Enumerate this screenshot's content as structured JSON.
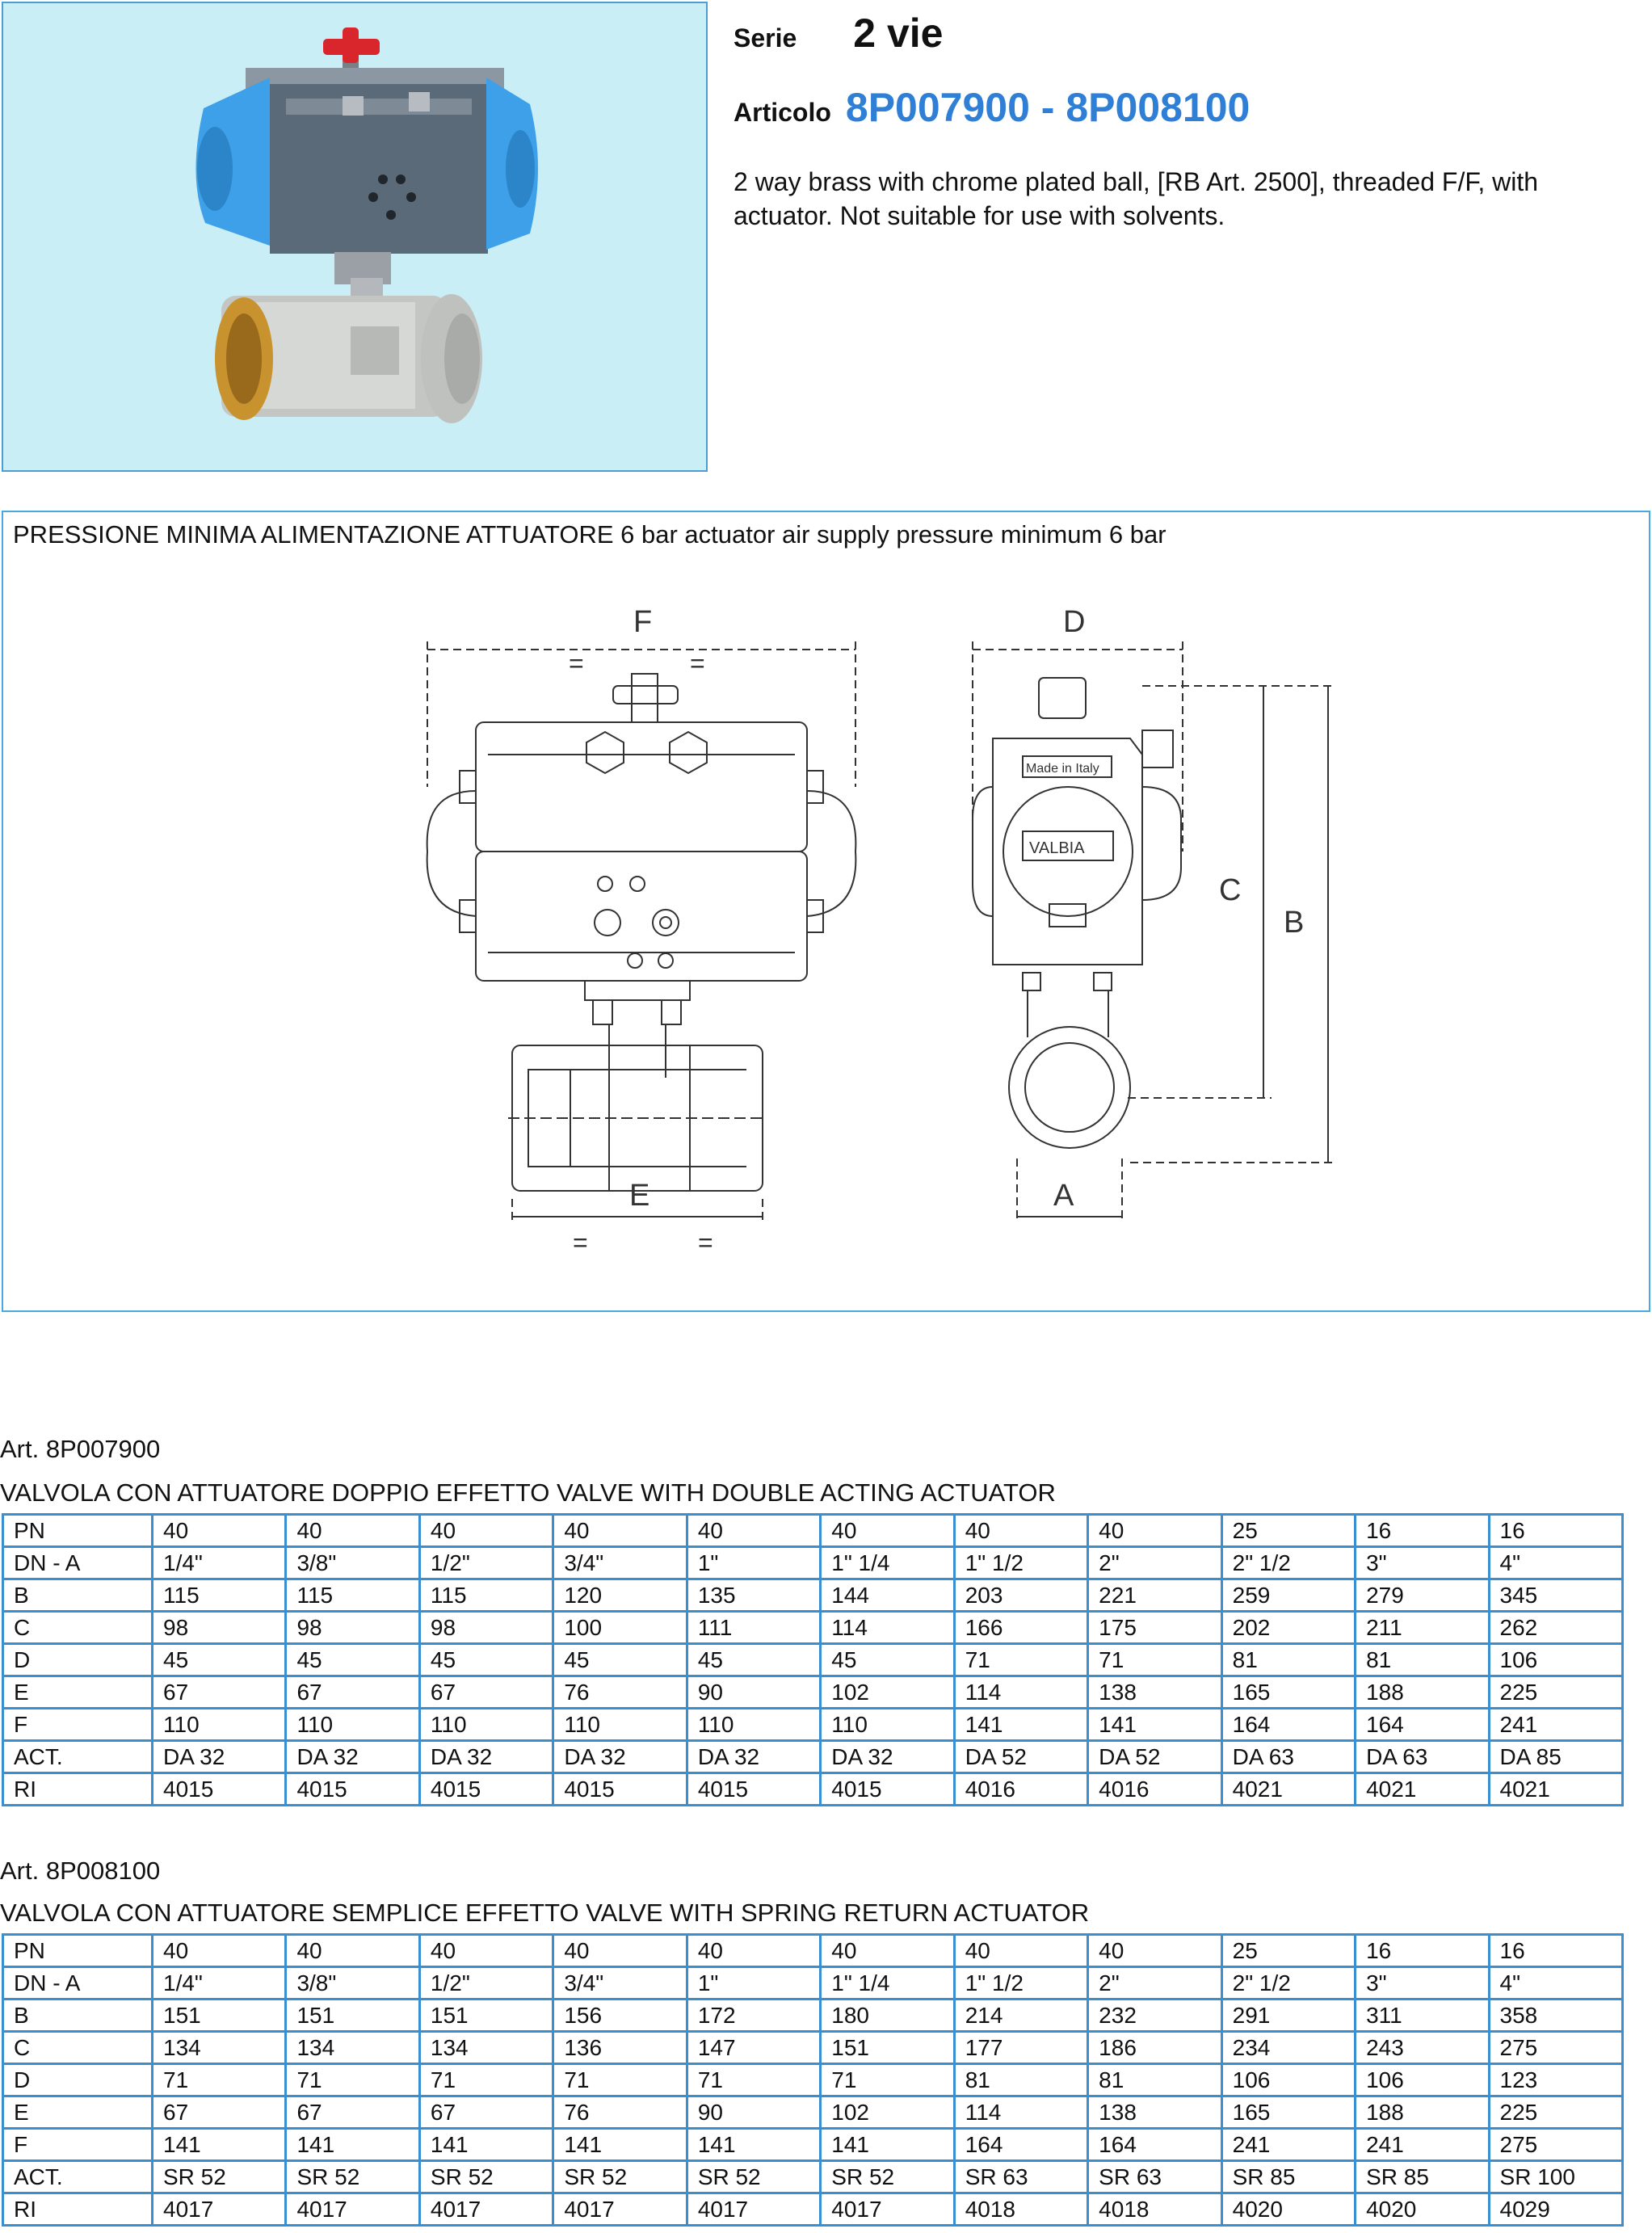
{
  "header": {
    "serie_label": "Serie",
    "serie_value": "2 vie",
    "articolo_label": "Articolo",
    "articolo_value": "8P007900 - 8P008100",
    "description": "2 way brass with chrome plated ball, [RB Art. 2500], threaded F/F, with actuator. Not suitable for use with solvents."
  },
  "drawing": {
    "note": "PRESSIONE MINIMA ALIMENTAZIONE ATTUATORE 6 bar actuator air supply pressure minimum 6 bar",
    "dims": {
      "F": "F",
      "D": "D",
      "C": "C",
      "B": "B",
      "E": "E",
      "A": "A",
      "eq": "="
    },
    "made_in_italy": "Made in Italy",
    "brand": "VALBIA"
  },
  "table1": {
    "art": "Art. 8P007900",
    "title": "VALVOLA CON ATTUATORE DOPPIO EFFETTO VALVE WITH DOUBLE ACTING ACTUATOR",
    "rows": [
      [
        "PN",
        "40",
        "40",
        "40",
        "40",
        "40",
        "40",
        "40",
        "40",
        "25",
        "16",
        "16"
      ],
      [
        "DN - A",
        "1/4\"",
        "3/8\"",
        "1/2\"",
        "3/4\"",
        "1\"",
        "1\" 1/4",
        "1\" 1/2",
        "2\"",
        "2\" 1/2",
        "3\"",
        "4\""
      ],
      [
        "B",
        "115",
        "115",
        "115",
        "120",
        "135",
        "144",
        "203",
        "221",
        "259",
        "279",
        "345"
      ],
      [
        "C",
        "98",
        "98",
        "98",
        "100",
        "111",
        "114",
        "166",
        "175",
        "202",
        "211",
        "262"
      ],
      [
        "D",
        "45",
        "45",
        "45",
        "45",
        "45",
        "45",
        "71",
        "71",
        "81",
        "81",
        "106"
      ],
      [
        "E",
        "67",
        "67",
        "67",
        "76",
        "90",
        "102",
        "114",
        "138",
        "165",
        "188",
        "225"
      ],
      [
        "F",
        "110",
        "110",
        "110",
        "110",
        "110",
        "110",
        "141",
        "141",
        "164",
        "164",
        "241"
      ],
      [
        "ACT.",
        "DA 32",
        "DA 32",
        "DA 32",
        "DA 32",
        "DA 32",
        "DA 32",
        "DA 52",
        "DA 52",
        "DA 63",
        "DA 63",
        "DA 85"
      ],
      [
        "RI",
        "4015",
        "4015",
        "4015",
        "4015",
        "4015",
        "4015",
        "4016",
        "4016",
        "4021",
        "4021",
        "4021"
      ]
    ]
  },
  "table2": {
    "art": "Art. 8P008100",
    "title": "VALVOLA CON ATTUATORE SEMPLICE EFFETTO VALVE WITH SPRING RETURN ACTUATOR",
    "rows": [
      [
        "PN",
        "40",
        "40",
        "40",
        "40",
        "40",
        "40",
        "40",
        "40",
        "25",
        "16",
        "16"
      ],
      [
        "DN - A",
        "1/4\"",
        "3/8\"",
        "1/2\"",
        "3/4\"",
        "1\"",
        "1\" 1/4",
        "1\" 1/2",
        "2\"",
        "2\" 1/2",
        "3\"",
        "4\""
      ],
      [
        "B",
        "151",
        "151",
        "151",
        "156",
        "172",
        "180",
        "214",
        "232",
        "291",
        "311",
        "358"
      ],
      [
        "C",
        "134",
        "134",
        "134",
        "136",
        "147",
        "151",
        "177",
        "186",
        "234",
        "243",
        "275"
      ],
      [
        "D",
        "71",
        "71",
        "71",
        "71",
        "71",
        "71",
        "81",
        "81",
        "106",
        "106",
        "123"
      ],
      [
        "E",
        "67",
        "67",
        "67",
        "76",
        "90",
        "102",
        "114",
        "138",
        "165",
        "188",
        "225"
      ],
      [
        "F",
        "141",
        "141",
        "141",
        "141",
        "141",
        "141",
        "164",
        "164",
        "241",
        "241",
        "275"
      ],
      [
        "ACT.",
        "SR 52",
        "SR 52",
        "SR 52",
        "SR 52",
        "SR 52",
        "SR 52",
        "SR 63",
        "SR 63",
        "SR 85",
        "SR 85",
        "SR 100"
      ],
      [
        "RI",
        "4017",
        "4017",
        "4017",
        "4017",
        "4017",
        "4017",
        "4018",
        "4018",
        "4020",
        "4020",
        "4029"
      ]
    ]
  },
  "colors": {
    "accent_blue": "#2f7fd6",
    "table_border": "#3a8fd0",
    "photo_bg": "#c9eef5",
    "actuator_blue": "#3ea0e8",
    "actuator_body": "#5b6a78",
    "handle_red": "#d8262c",
    "brass": "#c8932f",
    "chrome": "#c4c6c4"
  }
}
